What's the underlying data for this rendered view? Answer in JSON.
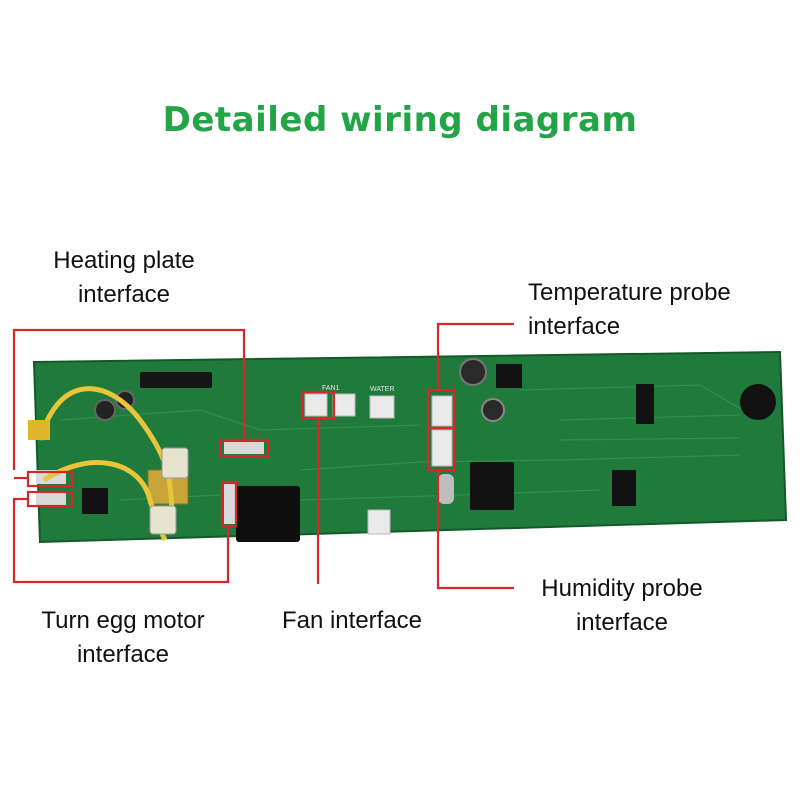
{
  "title": "Detailed wiring diagram",
  "labels": {
    "heating": {
      "line1": "Heating plate",
      "line2": "interface"
    },
    "temperature": {
      "line1": "Temperature probe",
      "line2": "interface"
    },
    "humidity": {
      "line1": "Humidity probe",
      "line2": "interface"
    },
    "motor": {
      "line1": "Turn egg motor",
      "line2": "interface"
    },
    "fan": {
      "line1": "Fan interface"
    }
  },
  "colors": {
    "title": "#22a447",
    "pcb": "#1f7a3c",
    "callout": "#d62828",
    "wire": "#e8c53a"
  },
  "board_silkscreen": {
    "fan": "FAN1",
    "water": "WATER"
  }
}
